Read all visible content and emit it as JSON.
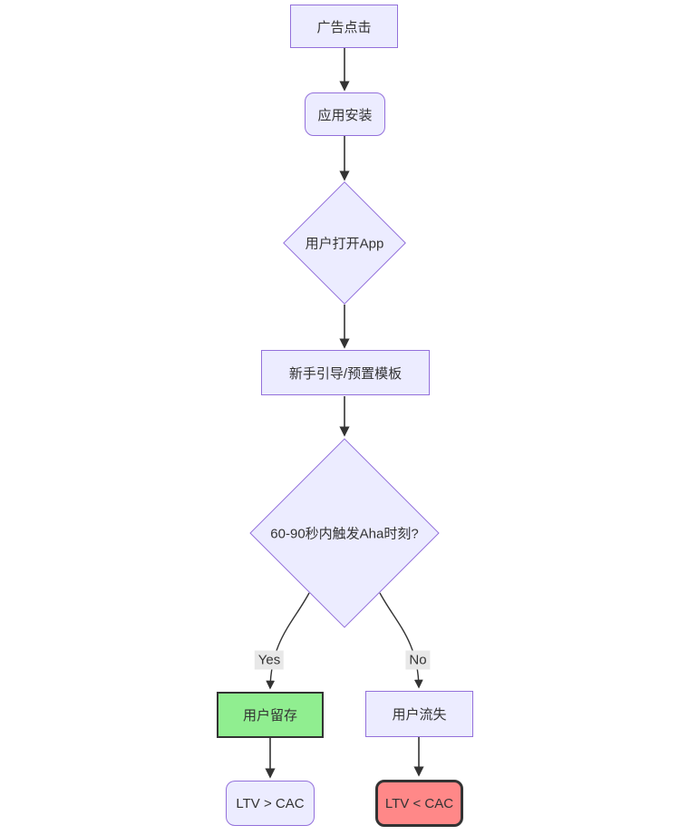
{
  "diagram": {
    "type": "flowchart",
    "direction": "top-down",
    "background": "#ffffff",
    "colors": {
      "node_fill": "#ECECFF",
      "node_border": "#9370DB",
      "edge_line": "#333333",
      "edge_label_bg": "#e8e8e8",
      "text": "#333333",
      "success_fill": "#90EE90",
      "success_border": "#333333",
      "fail_fill": "#FF8888",
      "fail_border": "#333333"
    },
    "nodes": [
      {
        "id": "ad-click",
        "label": "广告点击",
        "shape": "rectangle"
      },
      {
        "id": "app-install",
        "label": "应用安装",
        "shape": "rounded"
      },
      {
        "id": "open-app",
        "label": "用户打开App",
        "shape": "diamond"
      },
      {
        "id": "onboarding",
        "label": "新手引导/预置模板",
        "shape": "rectangle"
      },
      {
        "id": "aha-moment",
        "label": "60-90秒内触发Aha时刻?",
        "shape": "diamond"
      },
      {
        "id": "user-retain",
        "label": "用户留存",
        "shape": "rectangle",
        "fill": "#90EE90",
        "border": "#333333"
      },
      {
        "id": "user-churn",
        "label": "用户流失",
        "shape": "rectangle"
      },
      {
        "id": "ltv-gt-cac",
        "label": "LTV > CAC",
        "shape": "rounded"
      },
      {
        "id": "ltv-lt-cac",
        "label": "LTV < CAC",
        "shape": "rounded",
        "fill": "#FF8888",
        "border": "#333333"
      }
    ],
    "edges": [
      {
        "from": "ad-click",
        "to": "app-install",
        "label": ""
      },
      {
        "from": "app-install",
        "to": "open-app",
        "label": ""
      },
      {
        "from": "open-app",
        "to": "onboarding",
        "label": ""
      },
      {
        "from": "onboarding",
        "to": "aha-moment",
        "label": ""
      },
      {
        "from": "aha-moment",
        "to": "user-retain",
        "label": "Yes"
      },
      {
        "from": "aha-moment",
        "to": "user-churn",
        "label": "No"
      },
      {
        "from": "user-retain",
        "to": "ltv-gt-cac",
        "label": ""
      },
      {
        "from": "user-churn",
        "to": "ltv-lt-cac",
        "label": ""
      }
    ],
    "edge_labels": {
      "yes": "Yes",
      "no": "No"
    }
  }
}
